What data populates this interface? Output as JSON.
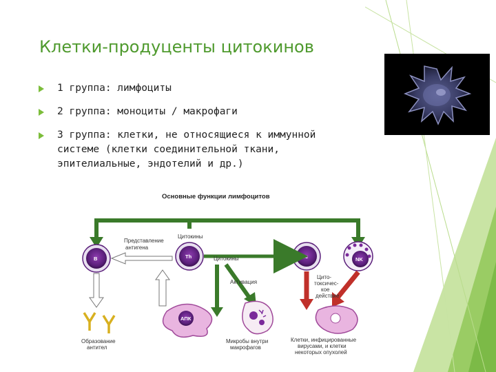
{
  "slide": {
    "title": "Клетки-продуценты цитокинов",
    "bullets": [
      {
        "label": "1 группа:  лимфоциты",
        "lines": []
      },
      {
        "label": "2 группа: моноциты / макрофаги",
        "lines": []
      },
      {
        "label": "",
        "lines": [
          "3 группа: клетки, не относящиеся к иммунной",
          "системе (клетки соединительной ткани,",
          "эпителиальные, эндотелий и др.)"
        ]
      }
    ],
    "accent_color": "#7cbd3a",
    "title_color": "#4f9a2e"
  },
  "diagram": {
    "title": "Основные функции лимфоцитов",
    "labels": {
      "antigen_presentation": [
        "Представление",
        "антигена"
      ],
      "cytokines_top": "Цитокины",
      "cytokines_mid": "Цитокины",
      "activation": "Активация",
      "cytotoxic": [
        "Цито-",
        "токсичес-",
        "кое",
        "действие"
      ],
      "antibodies": [
        "Образование",
        "антител"
      ],
      "microbes": [
        "Микробы внутри",
        "макрофагов"
      ],
      "infected_cells": [
        "Клетки, инфицированные",
        "вирусами, и клетки",
        "некоторых опухолей"
      ]
    },
    "cell_labels": {
      "b_cell": "B",
      "th_cell": "Th",
      "tc_cell": "Tc",
      "nk_cell": "NK",
      "apc": "АПК"
    }
  }
}
